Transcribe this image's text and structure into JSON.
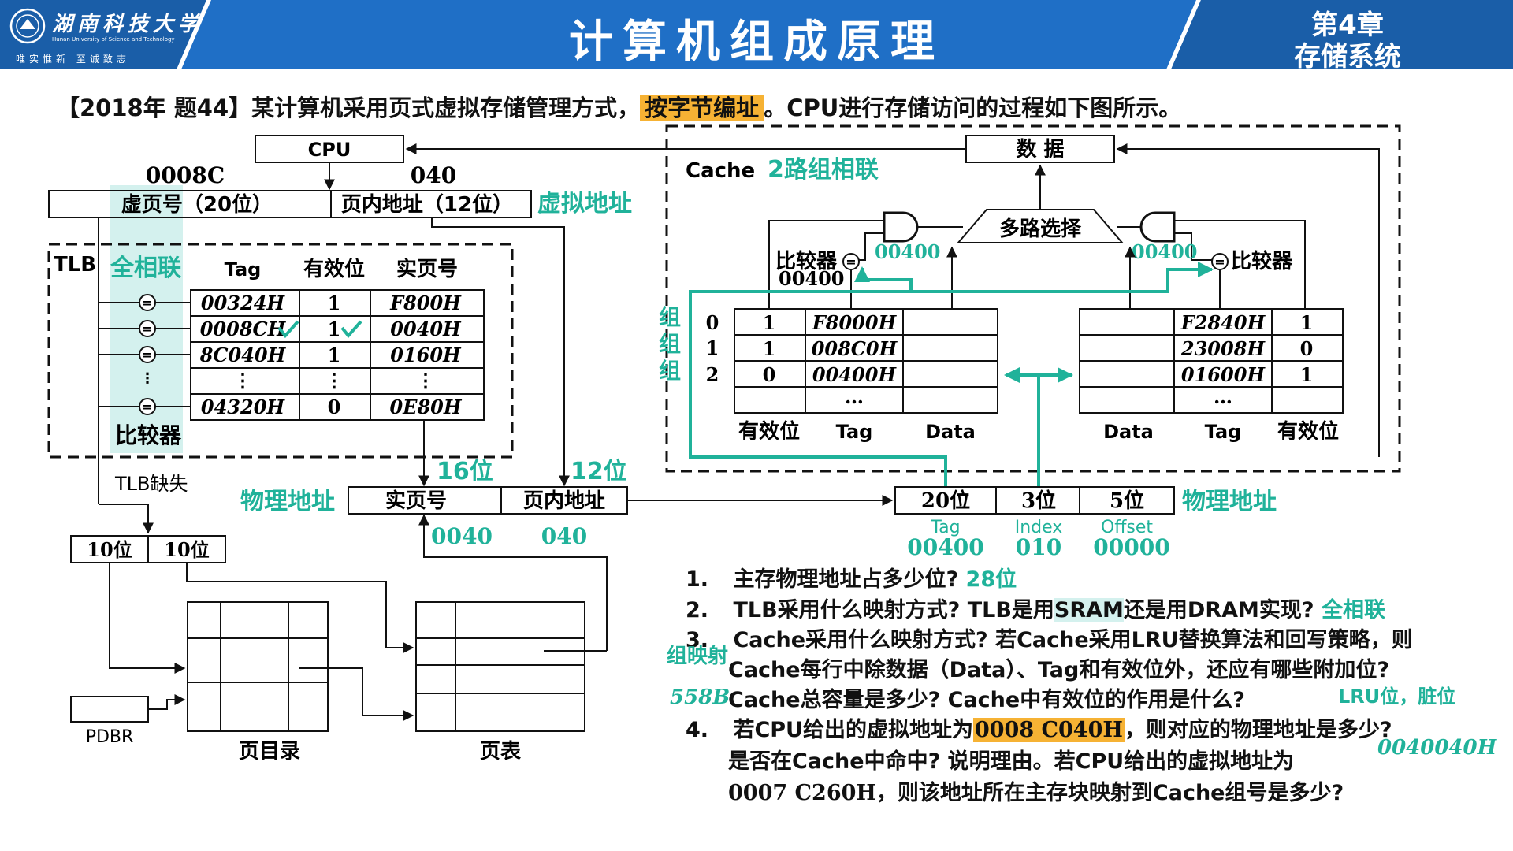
{
  "header": {
    "school_name": "湖南科技大学",
    "school_name_en": "Hunan University of Science and Technology",
    "motto": "唯实惟新 至诚致志",
    "title": "计算机组成原理",
    "chapter_line1": "第4章",
    "chapter_line2": "存储系统"
  },
  "problem": {
    "prefix": "【2018年 题44】某计算机采用页式虚拟存储管理方式，",
    "highlight": "按字节编址",
    "suffix": "。CPU进行存储访问的过程如下图所示。"
  },
  "diagram": {
    "cpu": "CPU",
    "va_value_page": "0008C",
    "va_value_offset": "040",
    "vpn_field": "虚页号（20位）",
    "offset_field": "页内地址（12位）",
    "virtual_address_label": "虚拟地址",
    "tlb_label": "TLB",
    "fully_assoc_label": "全相联",
    "tlb_headers": [
      "Tag",
      "有效位",
      "实页号"
    ],
    "tlb_rows": [
      [
        "00324H",
        "1",
        "F800H"
      ],
      [
        "0008CH",
        "1",
        "0040H"
      ],
      [
        "8C040H",
        "1",
        "0160H"
      ],
      [
        "⋮",
        "⋮",
        "⋮"
      ],
      [
        "04320H",
        "0",
        "0E80H"
      ]
    ],
    "comparator_label": "比较器",
    "tlb_miss": "TLB缺失",
    "pa_label_left": "物理地址",
    "pa_ppn_bits": "16位",
    "pa_offset_bits": "12位",
    "pa_ppn_field": "实页号",
    "pa_offset_field": "页内地址",
    "pa_ppn_value": "0040",
    "pa_offset_value": "040",
    "split_bits": [
      "10位",
      "10位"
    ],
    "pdbr": "PDBR",
    "page_directory": "页目录",
    "page_table": "页表",
    "cache_label": "Cache",
    "cache_assoc": "2路组相联",
    "data_box": "数 据",
    "mux": "多路选择",
    "comp_left": "比较器",
    "comp_right": "比较器",
    "comp_value_left_top": "00400",
    "comp_value_left_bottom": "00400",
    "comp_value_right": "00400",
    "set_labels": [
      "组",
      "组",
      "组"
    ],
    "set_indices": [
      "0",
      "1",
      "2"
    ],
    "way0_rows": [
      [
        "1",
        "F8000H"
      ],
      [
        "1",
        "008C0H"
      ],
      [
        "0",
        "00400H"
      ],
      [
        "",
        "…"
      ]
    ],
    "way1_rows": [
      [
        "F2840H",
        "1"
      ],
      [
        "23008H",
        "0"
      ],
      [
        "01600H",
        "1"
      ],
      [
        "…",
        ""
      ]
    ],
    "way0_footer": [
      "有效位",
      "Tag",
      "Data"
    ],
    "way1_footer": [
      "Data",
      "Tag",
      "有效位"
    ],
    "cache_pa_fields": [
      "20位",
      "3位",
      "5位"
    ],
    "cache_pa_label": "物理地址",
    "cache_pa_names": [
      "Tag",
      "Index",
      "Offset"
    ],
    "cache_pa_values": [
      "00400",
      "010",
      "00000"
    ]
  },
  "questions": {
    "q1_num": "1.",
    "q1_text": "主存物理地址占多少位?",
    "q1_ans": "28位",
    "q2_num": "2.",
    "q2_a": "TLB采用什么映射方式? TLB是用",
    "q2_sram": "SRAM",
    "q2_b": "还是用DRAM实现?",
    "q2_ans": "全相联",
    "q3_num": "3.",
    "q3_line1": "Cache采用什么映射方式? 若Cache采用LRU替换算法和回写策略，则",
    "q3_line2": "Cache每行中除数据（Data）、Tag和有效位外，还应有哪些附加位?",
    "q3_line3": "Cache总容量是多少? Cache中有效位的作用是什么?",
    "q3_ans_map": "组映射",
    "q3_ans_size": "558B",
    "q3_ans_bits": "LRU位，脏位",
    "q4_num": "4.",
    "q4_a": "若CPU给出的虚拟地址为",
    "q4_hl": "0008 C040H",
    "q4_b": "，则对应的物理地址是多少?",
    "q4_line2": "是否在Cache中命中? 说明理由。若CPU给出的虚拟地址为",
    "q4_ans": "0040040H",
    "q4_line3_a": "0007 C260H",
    "q4_line3_b": "，则该地址所在主存块映射到Cache组号是多少?"
  },
  "colors": {
    "header_blue": "#1f6fc6",
    "accent_teal": "#20b29a",
    "highlight_orange": "#f6b234",
    "tlb_column_highlight": "#d4f1ee"
  }
}
